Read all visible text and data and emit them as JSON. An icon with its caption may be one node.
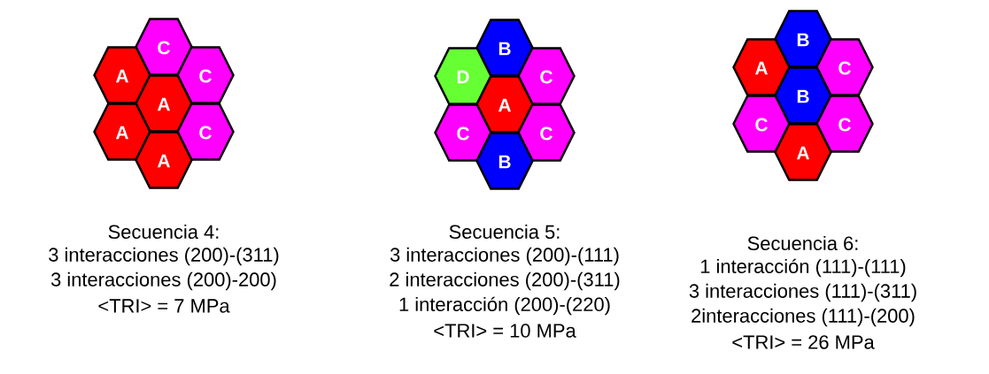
{
  "diagram": {
    "nodes": [
      {
        "text": [
          "C"
        ]
      },
      {
        "text": [
          "A"
        ]
      },
      {
        "text": [
          "C"
        ]
      },
      {
        "text": [
          "A"
        ]
      },
      {
        "text": [
          "A"
        ]
      },
      {
        "text": [
          "C"
        ]
      },
      {
        "text": [
          "A"
        ]
      },
      {
        "text": [
          "B"
        ]
      },
      {
        "text": [
          "D"
        ]
      },
      {
        "text": [
          "C"
        ]
      },
      {
        "text": [
          "A"
        ]
      },
      {
        "text": [
          "C"
        ]
      },
      {
        "text": [
          "C"
        ]
      },
      {
        "text": [
          "B"
        ]
      },
      {
        "text": [
          "B"
        ]
      },
      {
        "text": [
          "A"
        ]
      },
      {
        "text": [
          "C"
        ]
      },
      {
        "text": [
          "B"
        ]
      },
      {
        "text": [
          "C"
        ]
      },
      {
        "text": [
          "C"
        ]
      },
      {
        "text": [
          "A"
        ]
      }
    ],
    "labels": [
      "Secuencia 4:",
      "3 interacciones (200)-(311)",
      "3 interacciones (200)-200)",
      "<TRI> = 7 MPa",
      "Secuencia 5:",
      "3 interacciones (200)-(111)",
      "2 interacciones (200)-(311)",
      "1 interacción (200)-(220)",
      "<TRI> = 10 MPa",
      "Secuencia 6:",
      "1 interacción (111)-(111)",
      "3 interacciones (111)-(311)",
      "2interacciones (111)-(200)",
      "<TRI> = 26 MPa"
    ]
  }
}
